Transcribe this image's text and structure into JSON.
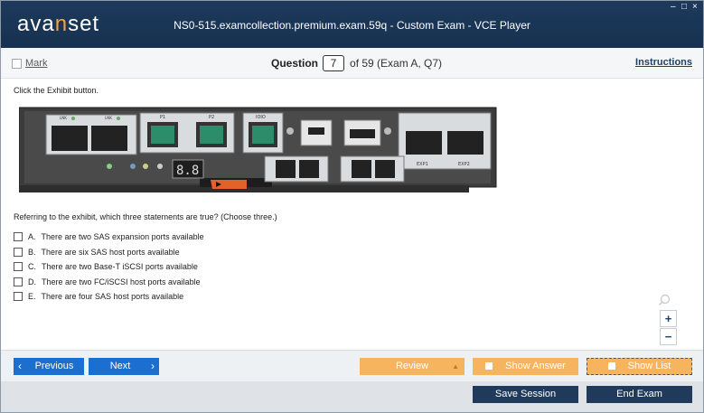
{
  "app": {
    "logo_prefix": "ava",
    "logo_accent": "n",
    "logo_suffix": "set",
    "window_title": "NS0-515.examcollection.premium.exam.59q - Custom Exam - VCE Player"
  },
  "window_controls": {
    "minimize": "–",
    "maximize": "□",
    "close": "×"
  },
  "question_bar": {
    "mark_label": "Mark",
    "question_label": "Question",
    "question_number": "7",
    "question_of": "of 59 (Exam A, Q7)",
    "instructions_label": "Instructions"
  },
  "content": {
    "click_exhibit": "Click the Exhibit button.",
    "question_text": "Referring to the exhibit, which three statements are true? (Choose three.)",
    "options": [
      {
        "letter": "A.",
        "text": "There are two SAS expansion ports available"
      },
      {
        "letter": "B.",
        "text": "There are six SAS host ports available"
      },
      {
        "letter": "C.",
        "text": "There are two Base-T iSCSI ports available"
      },
      {
        "letter": "D.",
        "text": "There are two FC/iSCSI host ports available"
      },
      {
        "letter": "E.",
        "text": "There are four SAS host ports available"
      }
    ],
    "exhibit_labels": {
      "lnk1": "LNK",
      "lnk2": "LNK",
      "p1": "P1",
      "p2": "P2",
      "ioio": "IOIO",
      "exp1": "EXP1",
      "exp2": "EXP2",
      "seg": "8.8"
    }
  },
  "zoom": {
    "plus": "+",
    "minus": "−"
  },
  "nav": {
    "previous_label": "Previous",
    "next_label": "Next",
    "review_label": "Review",
    "show_answer_label": "Show Answer",
    "show_list_label": "Show List"
  },
  "bottom": {
    "save_session_label": "Save Session",
    "end_exam_label": "End Exam"
  },
  "colors": {
    "title_bg": "#1d3a5c",
    "accent_orange": "#f3a43a",
    "nav_blue": "#1a6fd0",
    "review_orange": "#f7b45e",
    "dark_button": "#1f3a5a"
  }
}
